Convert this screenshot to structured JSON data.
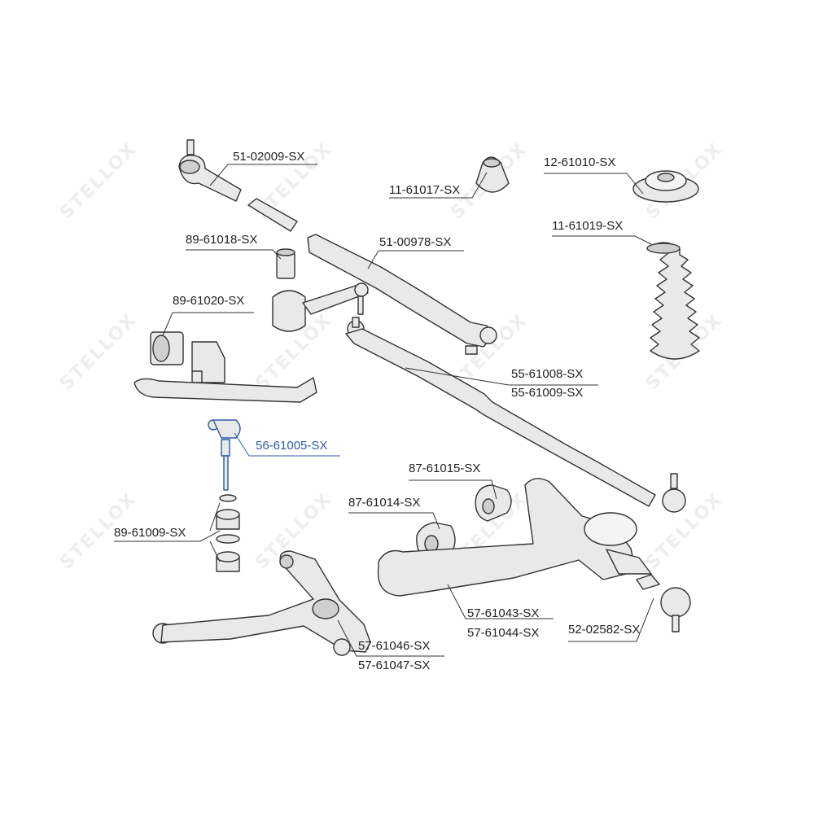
{
  "watermark": "STELLOX",
  "colors": {
    "line": "#333333",
    "part": "#e9e9e9",
    "part_dark": "#cfcfcf",
    "highlight": "#2c5aa8"
  },
  "labels": {
    "p51_02009": "51-02009-SX",
    "p11_61017": "11-61017-SX",
    "p12_61010": "12-61010-SX",
    "p11_61019": "11-61019-SX",
    "p89_61018": "89-61018-SX",
    "p51_00978": "51-00978-SX",
    "p89_61020": "89-61020-SX",
    "p55_61008": "55-61008-SX",
    "p55_61009": "55-61009-SX",
    "p56_61005": "56-61005-SX",
    "p87_61015": "87-61015-SX",
    "p87_61014": "87-61014-SX",
    "p89_61009": "89-61009-SX",
    "p57_61043": "57-61043-SX",
    "p57_61044": "57-61044-SX",
    "p52_02582": "52-02582-SX",
    "p57_61046": "57-61046-SX",
    "p57_61047": "57-61047-SX"
  }
}
